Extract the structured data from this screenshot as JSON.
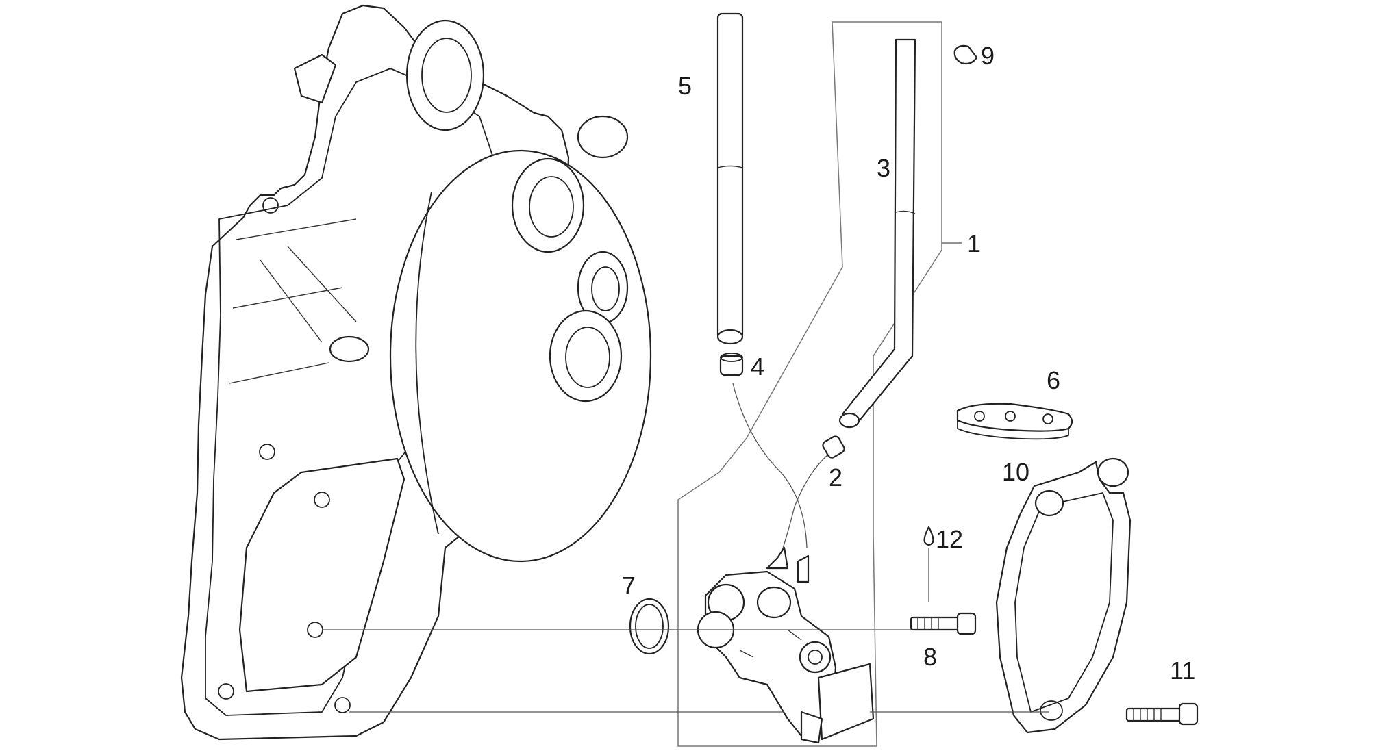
{
  "callouts": {
    "p1": "1",
    "p2": "2",
    "p3": "3",
    "p4": "4",
    "p5": "5",
    "p6": "6",
    "p7": "7",
    "p8": "8",
    "p9": "9",
    "p10": "10",
    "p11": "11",
    "p12": "12"
  },
  "colors": {
    "line": "#222222",
    "background": "#ffffff"
  }
}
